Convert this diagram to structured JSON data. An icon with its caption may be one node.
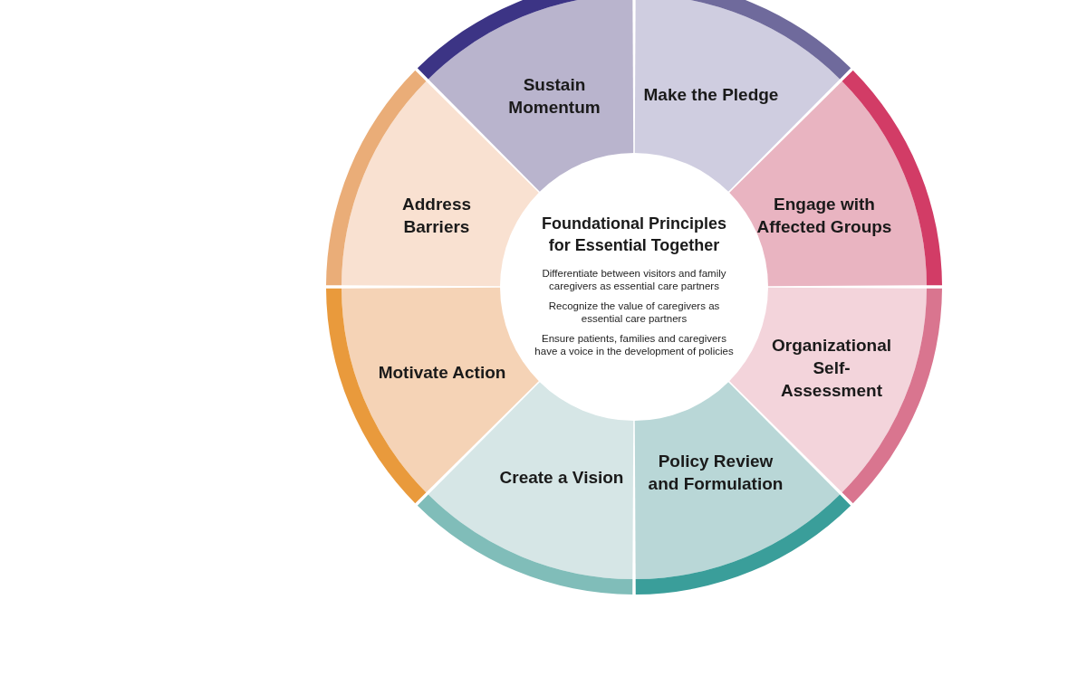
{
  "diagram": {
    "nodes": [
      {
        "text": [
          "Sustain Momentum"
        ]
      },
      {
        "text": [
          "Make the Pledge"
        ]
      },
      {
        "text": [
          "Address Barriers"
        ]
      },
      {
        "text": [
          "Engage with Affected Groups"
        ]
      },
      {
        "text": [
          "Motivate Action"
        ]
      },
      {
        "text": [
          "Organizational Self-Assessment"
        ]
      },
      {
        "text": [
          "Create a Vision"
        ]
      },
      {
        "text": [
          "Policy Review and Formulation"
        ]
      },
      {
        "text": [
          "Foundational Principles for Essential Together",
          "Differentiate between visitors and family caregivers as essential care partners",
          "Recognize the value of caregivers as essential care partners",
          "Ensure patients, families and caregivers have a voice in the development of policies"
        ]
      }
    ]
  }
}
